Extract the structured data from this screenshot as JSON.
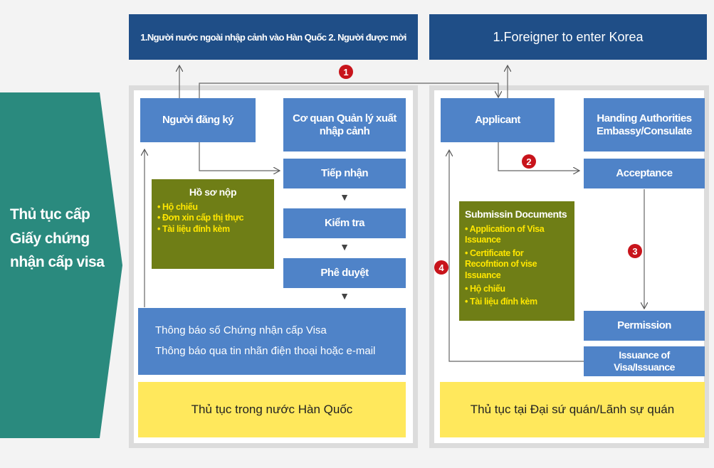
{
  "side_title": [
    "Thủ tục cấp",
    "Giấy chứng",
    "nhận cấp visa"
  ],
  "left": {
    "header": "1.Người nước ngoài nhập cảnh vào Hàn Quốc 2. Người được mời",
    "applicant": "Người đăng ký",
    "authority": "Cơ quan Quản lý xuất nhập cảnh",
    "steps": [
      "Tiếp nhận",
      "Kiểm tra",
      "Phê duyệt"
    ],
    "docs_title": "Hồ sơ nộp",
    "docs": [
      "• Hộ chiếu",
      "• Đơn xin cấp thị thực",
      "• Tài liệu đính kèm"
    ],
    "notice": [
      "Thông báo số Chứng nhận cấp Visa",
      "Thông báo qua tin nhãn điện thoại hoặc e-mail"
    ],
    "footer": "Thủ tục trong nước Hàn Quốc"
  },
  "right": {
    "header": "1.Foreigner to enter Korea",
    "applicant": "Applicant",
    "authority": "Handing Authorities Embassy/Consulate",
    "acceptance": "Acceptance",
    "permission": "Permission",
    "issuance": "Issuance of Visa/Issuance",
    "docs_title": "Submissin Documents",
    "docs": [
      "• Application of Visa Issuance",
      "• Certificate for Recofntion of vise Issuance",
      "• Hộ chiếu",
      "• Tài liệu đính kèm"
    ],
    "footer": "Thủ tục tại Đại sứ quán/Lãnh sự quán"
  },
  "badges": [
    "1",
    "2",
    "3",
    "4"
  ],
  "triangle": "▼",
  "colors": {
    "navy": "#1f4e87",
    "blue": "#4f83c8",
    "teal": "#2a8a7e",
    "olive": "#6f7e16",
    "yellow": "#ffe85c",
    "red": "#c8141b"
  }
}
